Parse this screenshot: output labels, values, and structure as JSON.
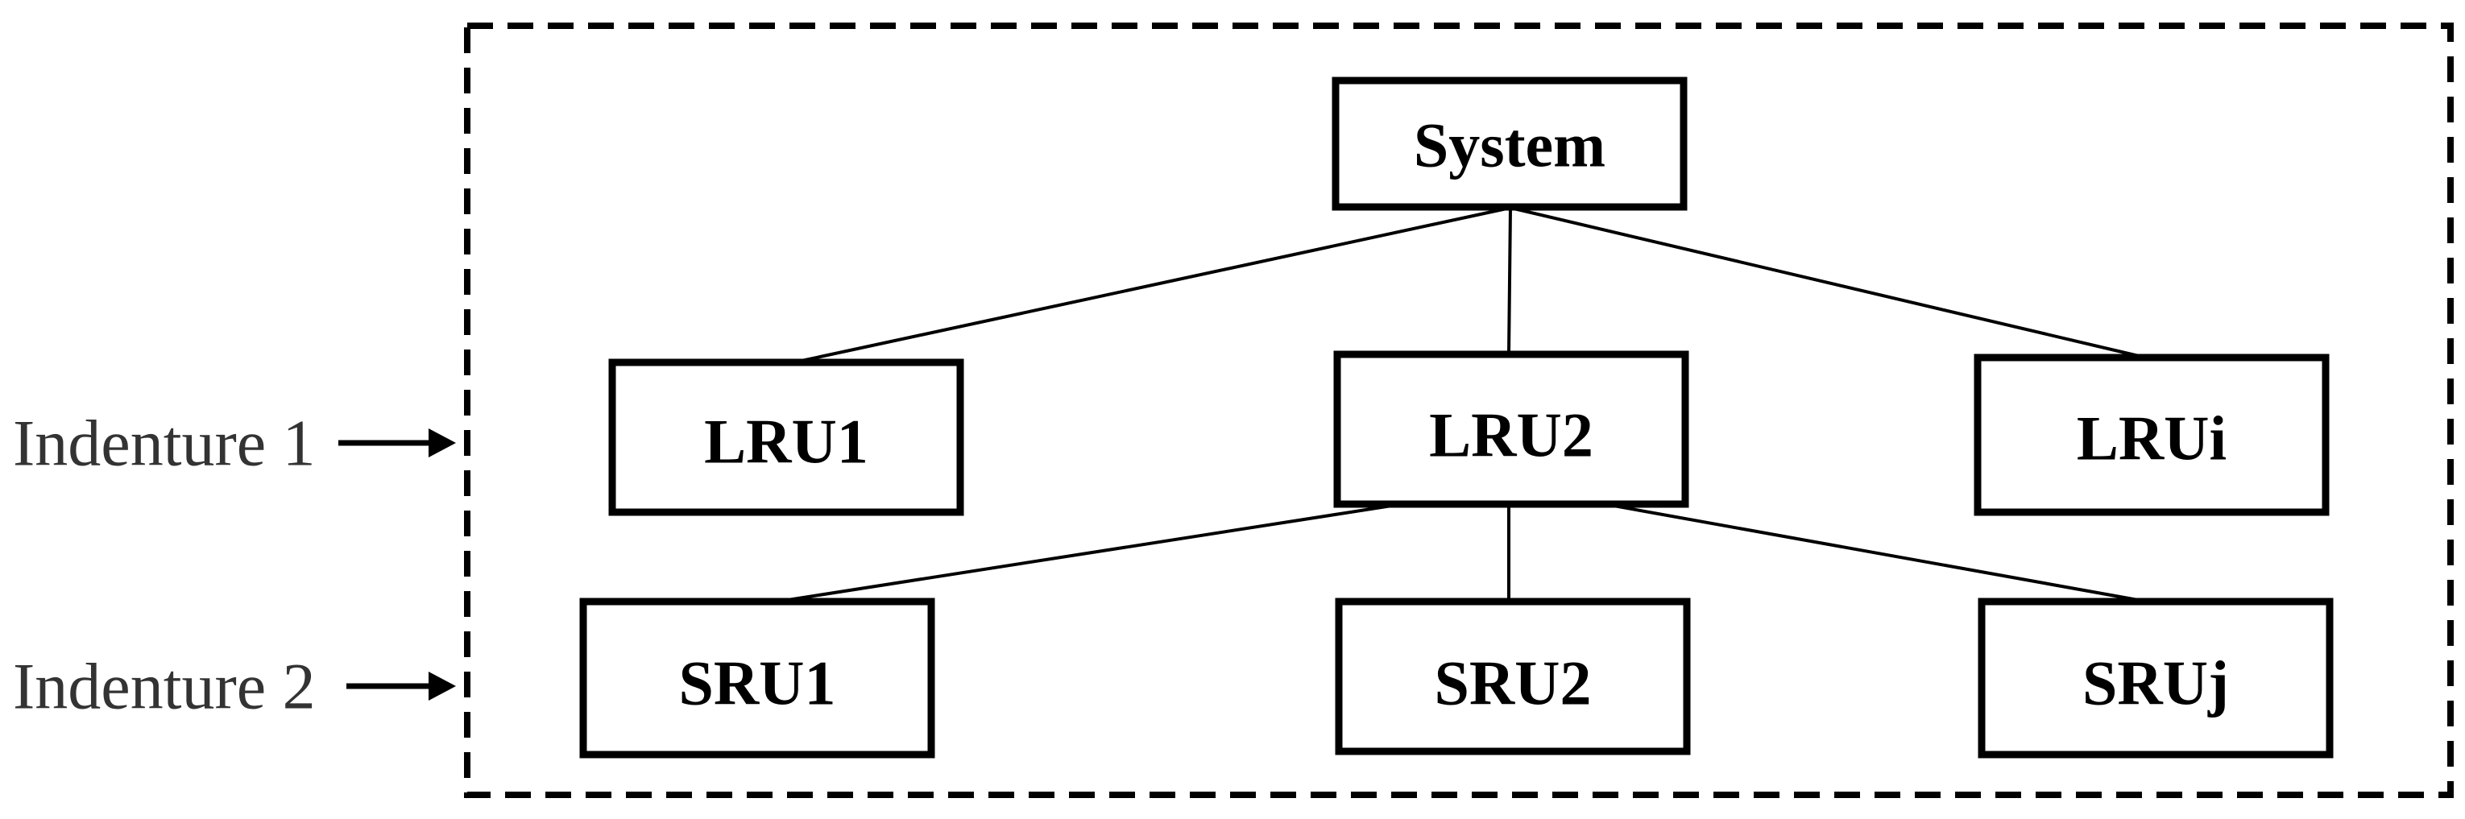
{
  "diagram": {
    "root": {
      "label": "System"
    },
    "level1": [
      {
        "label": "LRU1"
      },
      {
        "label": "LRU2"
      },
      {
        "label": "LRUi"
      }
    ],
    "level2": [
      {
        "label": "SRU1"
      },
      {
        "label": "SRU2"
      },
      {
        "label": "SRUj"
      }
    ],
    "indentures": [
      {
        "label": "Indenture 1"
      },
      {
        "label": "Indenture 2"
      }
    ]
  }
}
